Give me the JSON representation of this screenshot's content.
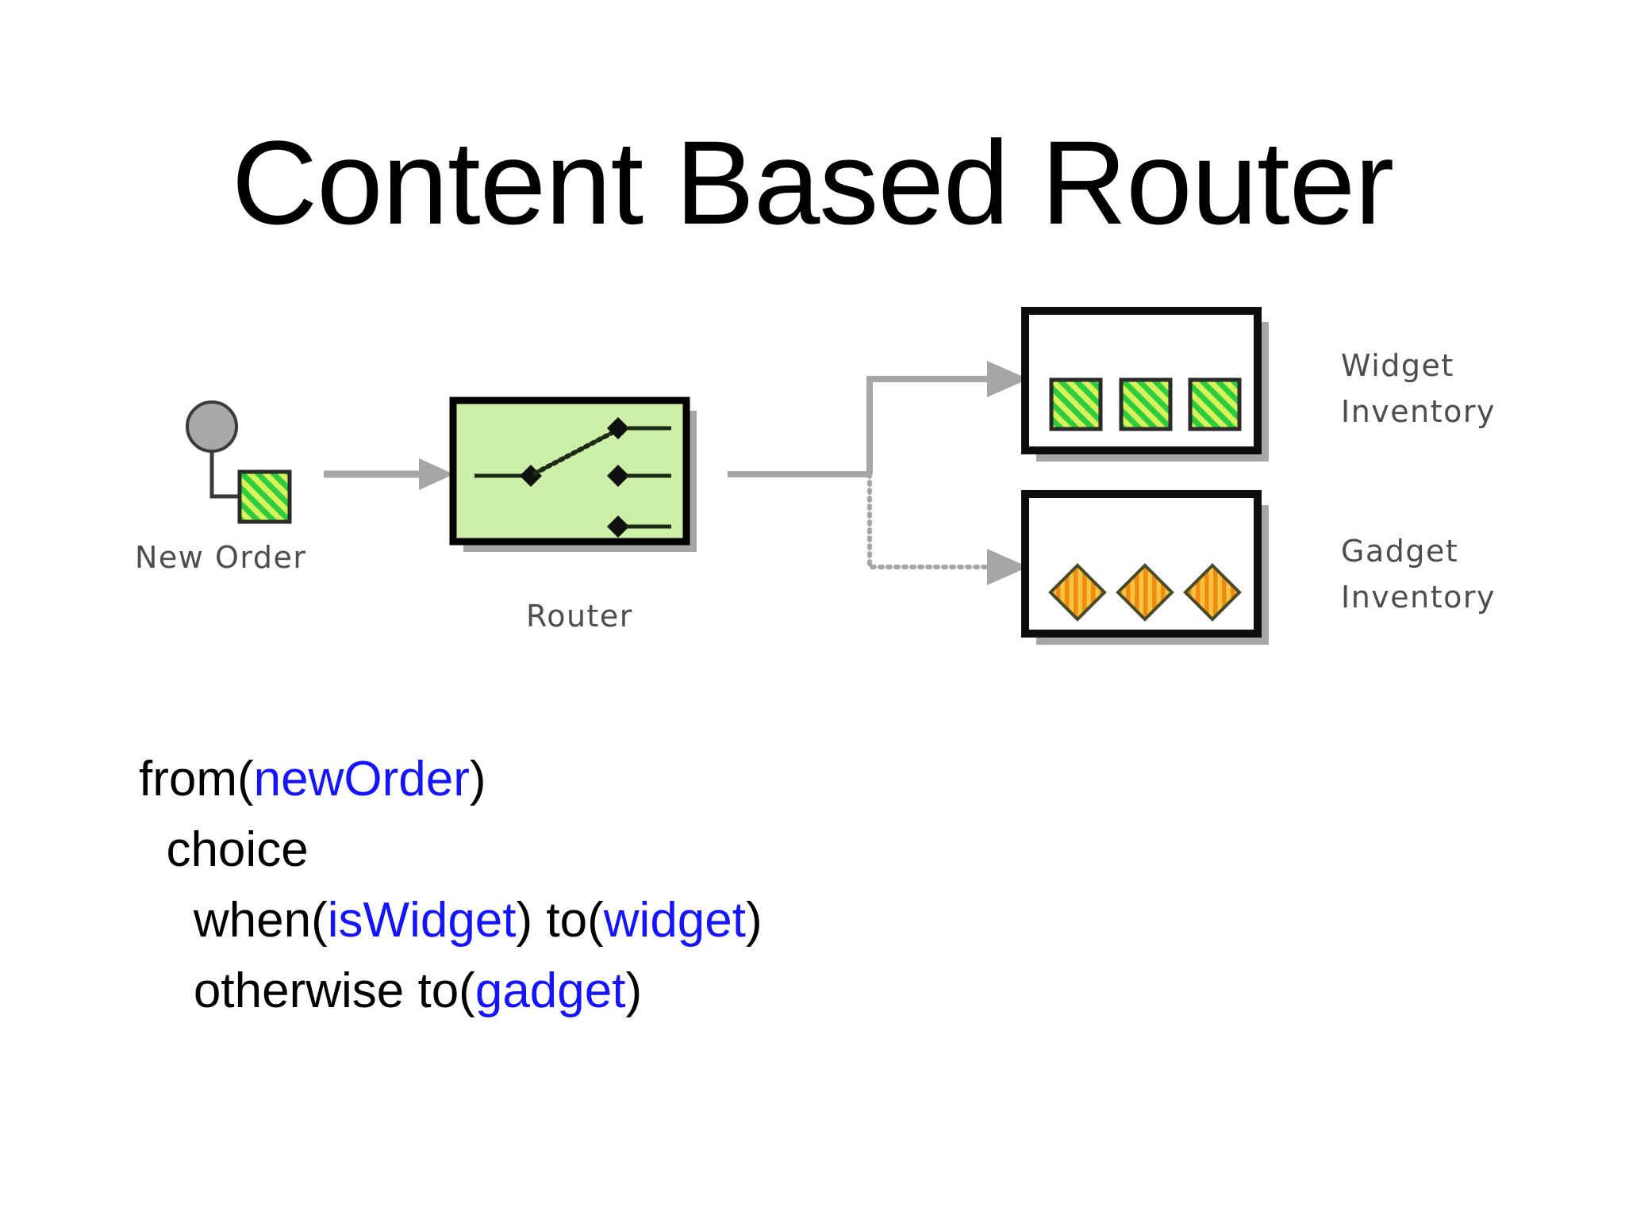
{
  "slide": {
    "title": "Content Based Router",
    "background_color": "#ffffff"
  },
  "diagram": {
    "source": {
      "node_name": "new-order-message",
      "label": "New Order",
      "circle_color": "#a8a8a8",
      "circle_stroke": "#333333",
      "payload_fill_a": "#d8f25a",
      "payload_fill_b": "#2ecc3f"
    },
    "router": {
      "label": "Router",
      "fill_color": "#ccf0a8",
      "border_color": "#000000",
      "shadow_color": "#a6a6a6",
      "terminals": 4
    },
    "outputs": [
      {
        "name": "widget-inventory",
        "label_line1": "Widget",
        "label_line2": "Inventory",
        "item_shape": "square",
        "item_count": 3,
        "item_fill_a": "#d8f25a",
        "item_fill_b": "#2ecc3f",
        "connector_style": "solid"
      },
      {
        "name": "gadget-inventory",
        "label_line1": "Gadget",
        "label_line2": "Inventory",
        "item_shape": "diamond",
        "item_count": 3,
        "item_fill_a": "#f5c33f",
        "item_fill_b": "#ef8b0e",
        "connector_style": "dotted"
      }
    ],
    "connector_color": "#a6a6a6",
    "label_color": "#4d4d4d"
  },
  "code": {
    "accent_color": "#1414ff",
    "text_color": "#000000",
    "lines": [
      {
        "indent": 0,
        "parts": [
          {
            "t": "from(",
            "k": "kw"
          },
          {
            "t": "newOrder",
            "k": "id"
          },
          {
            "t": ")",
            "k": "kw"
          }
        ]
      },
      {
        "indent": 1,
        "parts": [
          {
            "t": "choice",
            "k": "kw"
          }
        ]
      },
      {
        "indent": 2,
        "parts": [
          {
            "t": "when(",
            "k": "kw"
          },
          {
            "t": "isWidget",
            "k": "id"
          },
          {
            "t": ") to(",
            "k": "kw"
          },
          {
            "t": "widget",
            "k": "id"
          },
          {
            "t": ")",
            "k": "kw"
          }
        ]
      },
      {
        "indent": 2,
        "parts": [
          {
            "t": "otherwise to(",
            "k": "kw"
          },
          {
            "t": "gadget",
            "k": "id"
          },
          {
            "t": ")",
            "k": "kw"
          }
        ]
      }
    ]
  }
}
